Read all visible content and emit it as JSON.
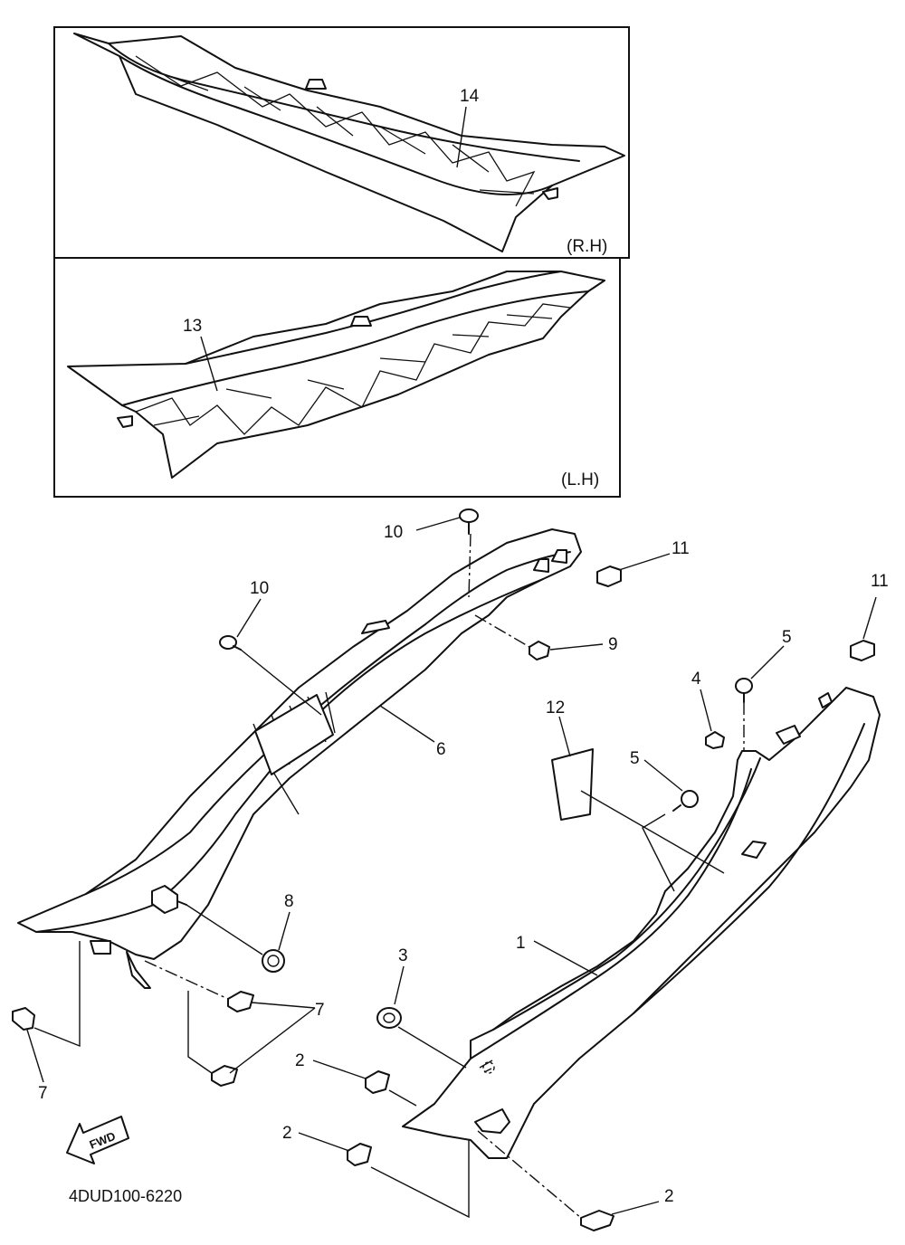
{
  "inset_labels": {
    "right_hand": "(R.H)",
    "left_hand": "(L.H)"
  },
  "callouts": {
    "c14": "14",
    "c13": "13",
    "c10a": "10",
    "c10b": "10",
    "c11a": "11",
    "c11b": "11",
    "c9": "9",
    "c5a": "5",
    "c5b": "5",
    "c4": "4",
    "c12": "12",
    "c6": "6",
    "c8": "8",
    "c1": "1",
    "c3": "3",
    "c7a": "7",
    "c7b": "7",
    "c2a": "2",
    "c2b": "2",
    "c2c": "2"
  },
  "direction_arrow": "FWD",
  "drawing_code": "4DUD100-6220"
}
